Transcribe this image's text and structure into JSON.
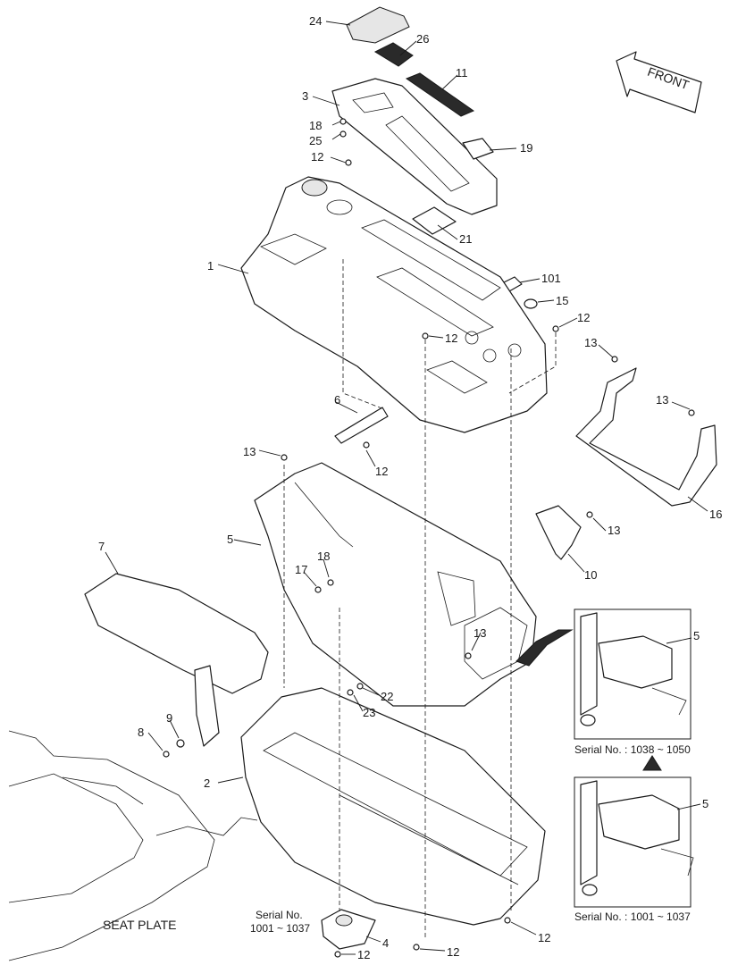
{
  "front_label": "FRONT",
  "seat_plate_label": "SEAT PLATE",
  "serial_note_4": {
    "line1": "Serial No.",
    "line2": "1001 ~ 1037"
  },
  "inset_top_caption": "Serial No. : 1038 ~ 1050",
  "inset_bottom_caption": "Serial No. : 1001 ~ 1037",
  "callouts": {
    "c24": "24",
    "c26": "26",
    "c11": "11",
    "c3": "3",
    "c18a": "18",
    "c25": "25",
    "c19": "19",
    "c12a": "12",
    "c21": "21",
    "c1": "1",
    "c101": "101",
    "c15": "15",
    "c12b": "12",
    "c12c": "12",
    "c13a": "13",
    "c13b": "13",
    "c6": "6",
    "c12d": "12",
    "c16": "16",
    "c13c": "13",
    "c5": "5",
    "c13d": "13",
    "c10": "10",
    "c7": "7",
    "c17": "17",
    "c18b": "18",
    "c13e": "13",
    "c22": "22",
    "c23": "23",
    "c9": "9",
    "c8": "8",
    "c2": "2",
    "c12e": "12",
    "c4": "4",
    "c12f": "12",
    "c12g": "12",
    "c5a": "5",
    "c5b": "5"
  }
}
